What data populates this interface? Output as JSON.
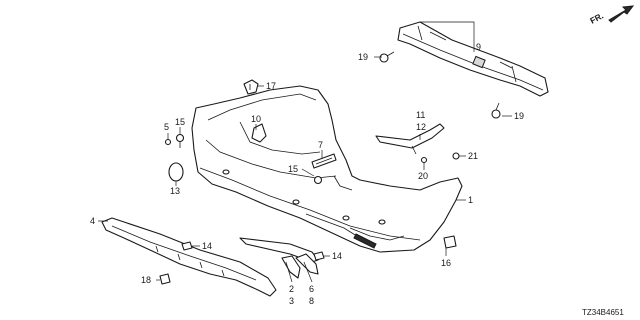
{
  "callouts": {
    "c1": "1",
    "c2": "2",
    "c3": "3",
    "c4": "4",
    "c5": "5",
    "c6": "6",
    "c7": "7",
    "c8": "8",
    "c9": "9",
    "c10": "10",
    "c11": "11",
    "c12": "12",
    "c13": "13",
    "c14a": "14",
    "c14b": "14",
    "c15a": "15",
    "c15b": "15",
    "c16": "16",
    "c17": "17",
    "c18": "18",
    "c19a": "19",
    "c19b": "19",
    "c20": "20",
    "c21": "21"
  },
  "direction_label": "FR.",
  "diagram_code": "TZ34B4651"
}
